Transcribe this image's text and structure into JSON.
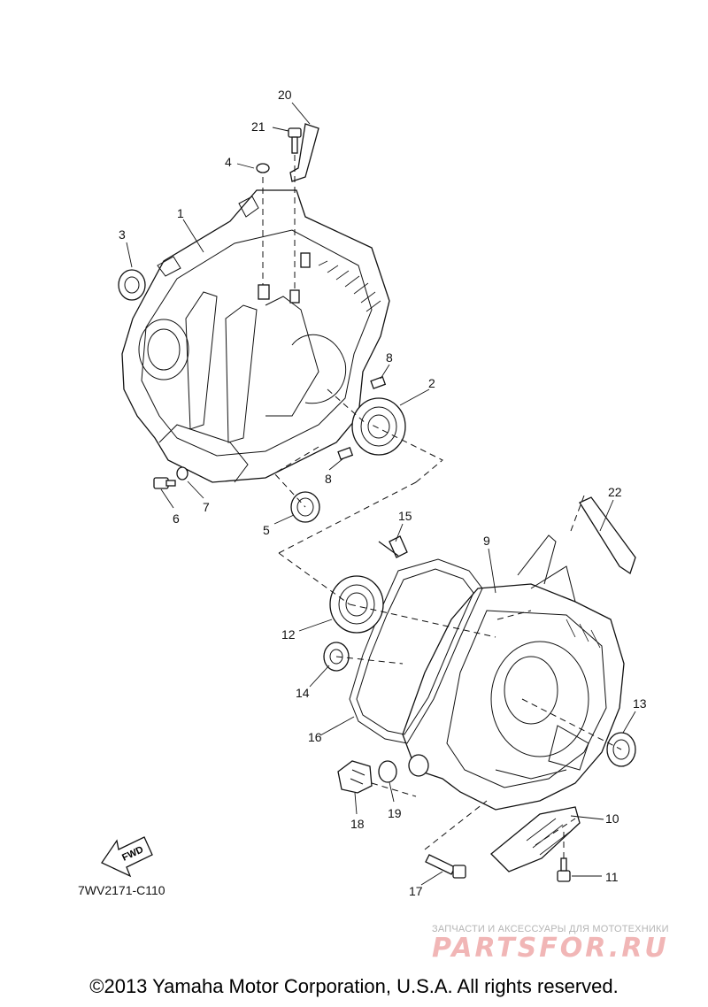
{
  "diagram": {
    "callouts": [
      "1",
      "2",
      "3",
      "4",
      "5",
      "6",
      "7",
      "8",
      "8",
      "9",
      "10",
      "11",
      "12",
      "13",
      "14",
      "15",
      "16",
      "17",
      "18",
      "19",
      "20",
      "21",
      "22"
    ],
    "fwd_label": "FWD",
    "reference_code": "7WV2171-C110"
  },
  "watermark": {
    "subtitle": "ЗАПЧАСТИ И АКСЕССУАРЫ ДЛЯ МОТОТЕХНИКИ",
    "logo_text": "PARTSFOR.RU"
  },
  "footer": {
    "copyright": "©2013 Yamaha Motor Corporation, U.S.A. All rights reserved."
  }
}
